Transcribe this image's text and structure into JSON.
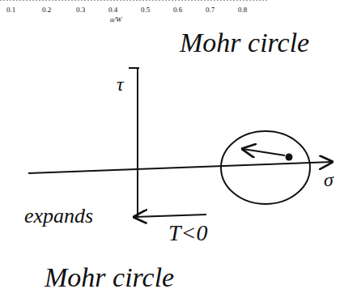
{
  "diagram": {
    "labels": [
      "0.1",
      "0.2",
      "0.3",
      "0.4",
      "0.5",
      "0.6",
      "0.7",
      "0.8",
      "a/W",
      "Mohr circle",
      "τ",
      "σ",
      "expands",
      "T<0",
      "Mohr circle"
    ]
  }
}
